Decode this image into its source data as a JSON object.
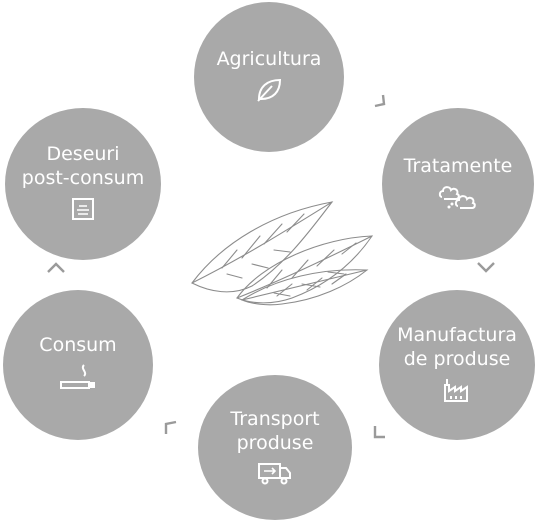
{
  "stages": [
    {
      "lines": [
        "Agricultura"
      ],
      "icon": "leaf-icon"
    },
    {
      "lines": [
        "Tratamente"
      ],
      "icon": "clouds-icon"
    },
    {
      "lines": [
        "Manufactura",
        "de produse"
      ],
      "icon": "factory-icon"
    },
    {
      "lines": [
        "Transport",
        "produse"
      ],
      "icon": "truck-icon"
    },
    {
      "lines": [
        "Consum"
      ],
      "icon": "cigarette-icon"
    },
    {
      "lines": [
        "Deseuri",
        "post-consum"
      ],
      "icon": "waste-bin-icon"
    }
  ],
  "colors": {
    "circle": "#a9a9a9",
    "text": "#ffffff",
    "arrow": "#9a9a9a",
    "leaf_stroke": "#8c8c8c"
  },
  "center_image": "tobacco-leaves-illustration"
}
